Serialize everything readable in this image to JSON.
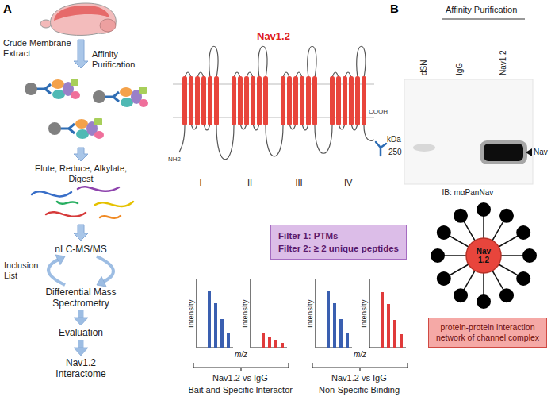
{
  "diagram": {
    "nodes": [
      {
        "text": [
          "nLC-MS/MS"
        ]
      },
      {
        "text": [
          "Differential Mass Spectrometry"
        ]
      },
      {
        "text": [
          "Evaluation"
        ]
      },
      {
        "text": [
          "Nav1.2 Interactome"
        ]
      },
      {
        "text": [
          "Filter 1: PTMs",
          "Filter 2: ≥ 2 unique peptides"
        ]
      },
      {
        "text": [
          "Nav 1.2"
        ]
      },
      {
        "text": [
          "protein-protein interaction network of channel complex"
        ]
      }
    ],
    "edges": [
      {
        "from": 0,
        "to": 1,
        "arrow": "to"
      },
      {
        "from": 1,
        "to": 0,
        "arrow": "to",
        "label": "Inclusion List"
      },
      {
        "from": 1,
        "to": 2,
        "arrow": "to"
      },
      {
        "from": 2,
        "to": 3,
        "arrow": "to"
      }
    ],
    "labels": [
      "A",
      "Crude Membrane Extract",
      "Affinity Purification",
      "Elute, Reduce, Alkylate, Digest",
      "Nav1.2",
      "NH2",
      "COOH",
      "I",
      "II",
      "III",
      "IV",
      "B",
      "Affinity Purification",
      "dSN",
      "IgG",
      "Nav1.2",
      "kDa",
      "250",
      "Nav",
      "IB: mαPanNav",
      "Intensity",
      "Intensity",
      "m/z",
      "Intensity",
      "Intensity",
      "m/z",
      "Nav1.2 vs IgG",
      "Bait and Specific Interactor",
      "Nav1.2 vs IgG",
      "Non-Specific Binding"
    ]
  }
}
